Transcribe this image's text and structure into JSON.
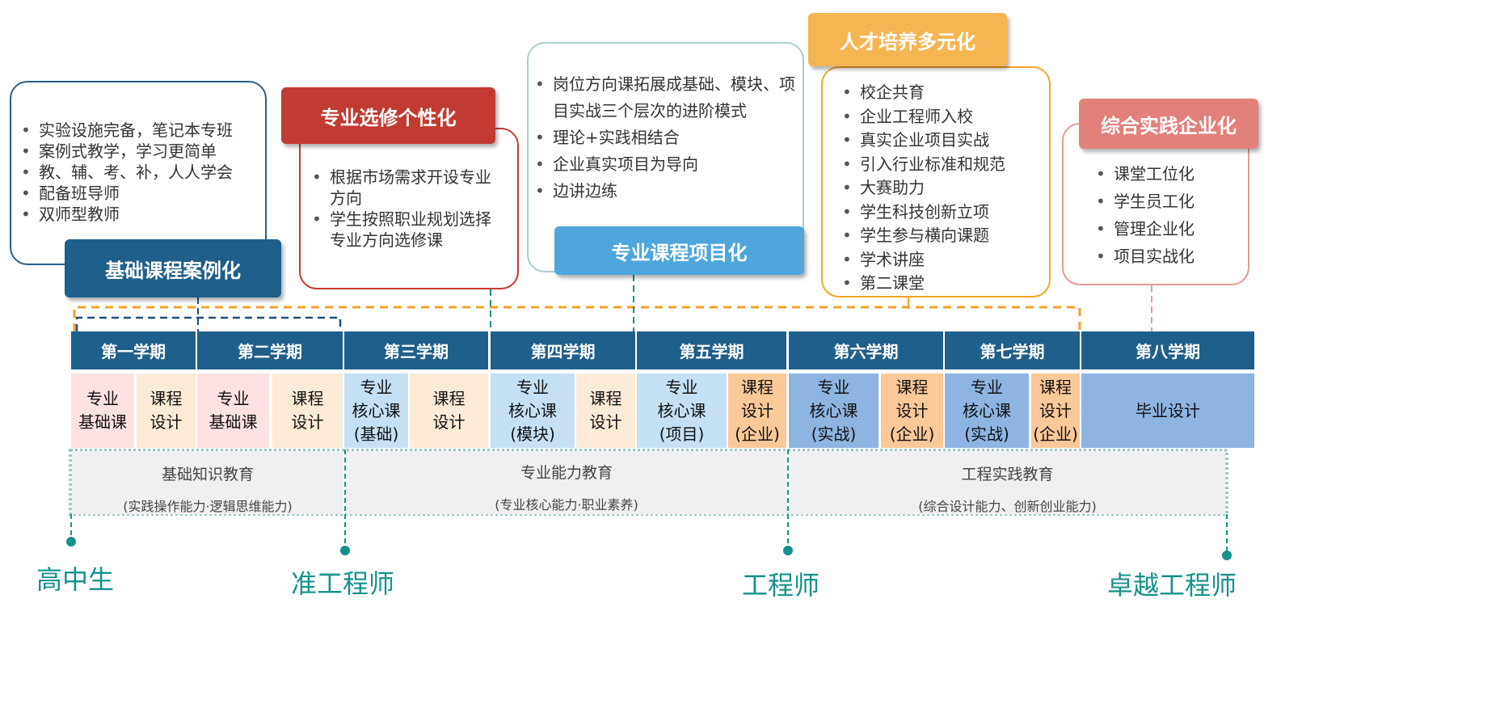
{
  "boxes": [
    {
      "title": "基础课程案例化",
      "items": [
        "实验设施完备，笔记本专班",
        "案例式教学，学习更简单",
        "教、辅、考、补，人人学会",
        "配备班导师",
        "双师型教师"
      ]
    },
    {
      "title": "专业选修个性化",
      "items": [
        "根据市场需求开设专业方向",
        "学生按照职业规划选择专业方向选修课"
      ]
    },
    {
      "title": "专业课程项目化",
      "items": [
        "岗位方向课拓展成基础、模块、项目实战三个层次的进阶模式",
        "理论+实践相结合",
        "企业真实项目为导向",
        "边讲边练"
      ]
    },
    {
      "title": "人才培养多元化",
      "items": [
        "校企共育",
        "企业工程师入校",
        "真实企业项目实战",
        "引入行业标准和规范",
        "大赛助力",
        "学生科技创新立项",
        "学生参与横向课题",
        "学术讲座",
        "第二课堂"
      ]
    },
    {
      "title": "综合实践企业化",
      "items": [
        "课堂工位化",
        "学生员工化",
        "管理企业化",
        "项目实战化"
      ]
    }
  ],
  "semesters": [
    "第一学期",
    "第二学期",
    "第三学期",
    "第四学期",
    "第五学期",
    "第六学期",
    "第七学期",
    "第八学期"
  ],
  "cells": [
    "专业\n基础课",
    "课程\n设计",
    "专业\n基础课",
    "课程\n设计",
    "专业\n核心课\n(基础)",
    "课程\n设计",
    "专业\n核心课\n(模块)",
    "课程\n设计",
    "专业\n核心课\n(项目)",
    "课程\n设计\n(企业)",
    "专业\n核心课\n(实战)",
    "课程\n设计\n(企业)",
    "专业\n核心课\n(实战)",
    "课程\n设计\n(企业)",
    "毕业设计"
  ],
  "education": [
    {
      "title": "基础知识教育",
      "sub": "(实践操作能力·逻辑思维能力)"
    },
    {
      "title": "专业能力教育",
      "sub": "(专业核心能力·职业素养)"
    },
    {
      "title": "工程实践教育",
      "sub": "(综合设计能力、创新创业能力)"
    }
  ],
  "stages": [
    "高中生",
    "准工程师",
    "工程师",
    "卓越工程师"
  ],
  "colors": {
    "navy": "#1f5f8b",
    "red": "#c23b30",
    "blue": "#4ea6dc",
    "orange": "#f6b553",
    "pink": "#e2807a",
    "teal": "#15928a"
  }
}
